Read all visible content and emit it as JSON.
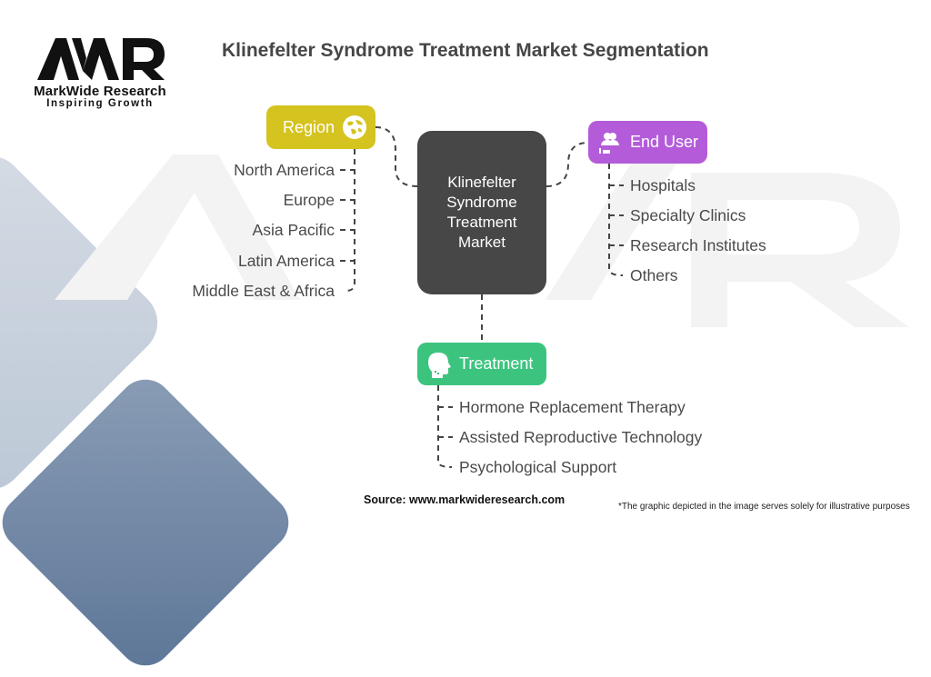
{
  "brand": {
    "logo_text": "MWR",
    "name": "MarkWide Research",
    "tagline": "Inspiring Growth"
  },
  "title": "Klinefelter Syndrome Treatment Market Segmentation",
  "center": {
    "label": "Klinefelter Syndrome Treatment Market"
  },
  "segments": {
    "region": {
      "label": "Region",
      "icon": "globe-icon",
      "color": "#d5c31f",
      "items": [
        "North America",
        "Europe",
        "Asia Pacific",
        "Latin America",
        "Middle East & Africa"
      ]
    },
    "end_user": {
      "label": "End User",
      "icon": "users-icon",
      "color": "#b45bd9",
      "items": [
        "Hospitals",
        "Specialty Clinics",
        "Research Institutes",
        "Others"
      ]
    },
    "treatment": {
      "label": "Treatment",
      "icon": "head-icon",
      "color": "#3cc47f",
      "items": [
        "Hormone Replacement Therapy",
        "Assisted Reproductive Technology",
        "Psychological Support"
      ]
    }
  },
  "footer": {
    "source": "Source: www.markwideresearch.com",
    "note": "*The graphic depicted in the image serves solely for illustrative purposes"
  }
}
